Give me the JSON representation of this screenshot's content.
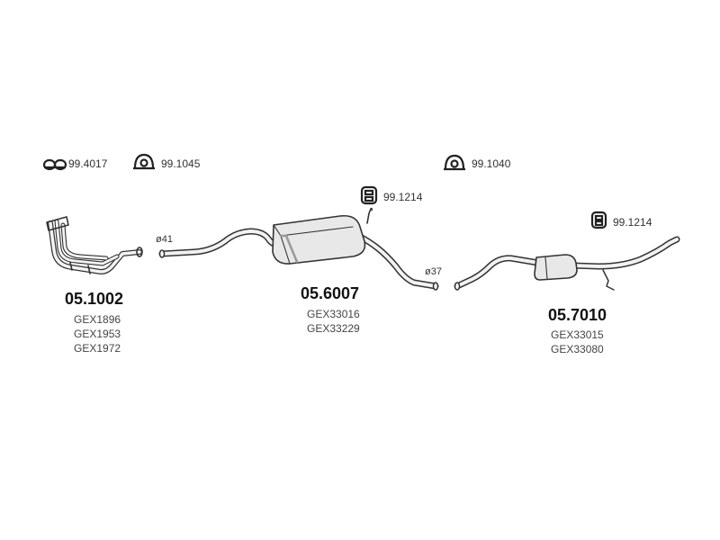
{
  "accessories": {
    "clamp_4017": "99.4017",
    "clamp_1045": "99.1045",
    "clamp_1040": "99.1040",
    "mount_1214_a": "99.1214",
    "mount_1214_b": "99.1214"
  },
  "diameters": {
    "d41": "ø41",
    "d37": "ø37"
  },
  "parts": {
    "front": {
      "number": "05.1002",
      "refs": [
        "GEX1896",
        "GEX1953",
        "GEX1972"
      ]
    },
    "middle": {
      "number": "05.6007",
      "refs": [
        "GEX33016",
        "GEX33229"
      ]
    },
    "rear": {
      "number": "05.7010",
      "refs": [
        "GEX33015",
        "GEX33080"
      ]
    }
  },
  "colors": {
    "line": "#333333",
    "fill": "#f0f0f0",
    "shade": "#d8d8d8"
  }
}
